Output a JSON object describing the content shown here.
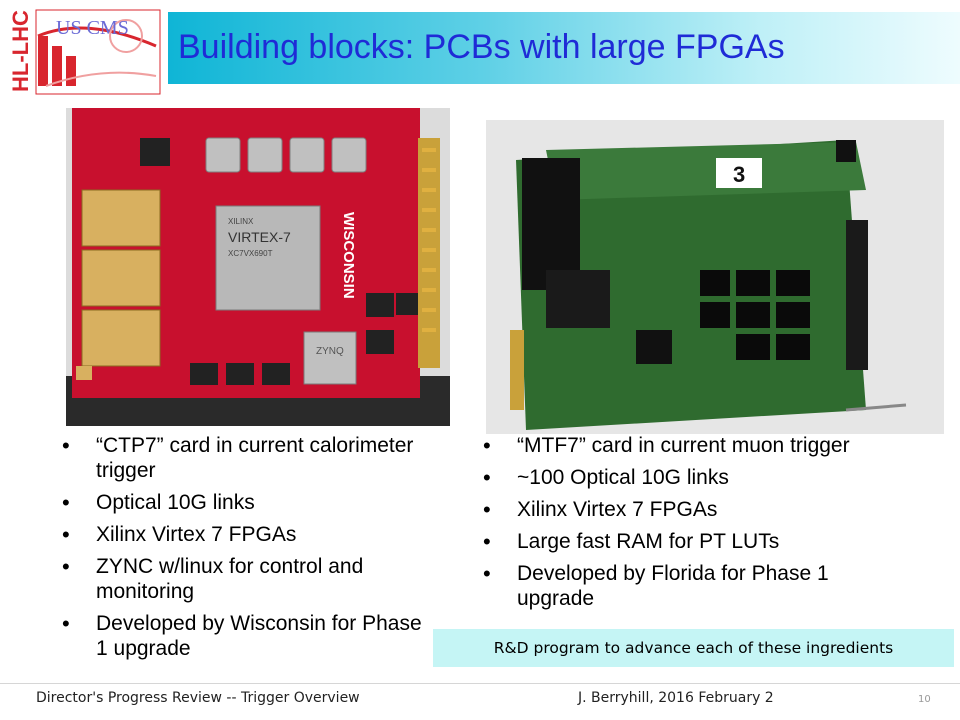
{
  "logo": {
    "side_text": "HL-LHC",
    "badge_text": "US CMS"
  },
  "title": "Building blocks: PCBs with large FPGAs",
  "left_photo": {
    "chip_brand": "XILINX",
    "chip_name": "VIRTEX-7",
    "chip_part": "XC7VX690T",
    "board_text": "WISCONSIN",
    "zynq_label": "ZYNQ"
  },
  "right_photo": {
    "card_number": "3"
  },
  "left_bullets": [
    "“CTP7” card in current calorimeter trigger",
    "Optical 10G links",
    "Xilinx Virtex 7 FPGAs",
    "ZYNC w/linux for control and monitoring",
    "Developed by Wisconsin for Phase 1 upgrade"
  ],
  "right_bullets": [
    "“MTF7” card in current muon trigger",
    "~100 Optical 10G links",
    "Xilinx Virtex 7 FPGAs",
    "Large fast RAM for PT LUTs",
    "Developed by Florida for Phase 1 upgrade"
  ],
  "callout": "R&D program to advance each of these ingredients",
  "footer": {
    "left": "Director's Progress Review -- Trigger Overview",
    "center": "J. Berryhill, 2016 February 2",
    "page": "10"
  },
  "colors": {
    "title_bar": "#0fb5d6",
    "title_text": "#1f2bd6",
    "callout_bg": "#c5f5f5",
    "logo_red": "#d8262e"
  }
}
